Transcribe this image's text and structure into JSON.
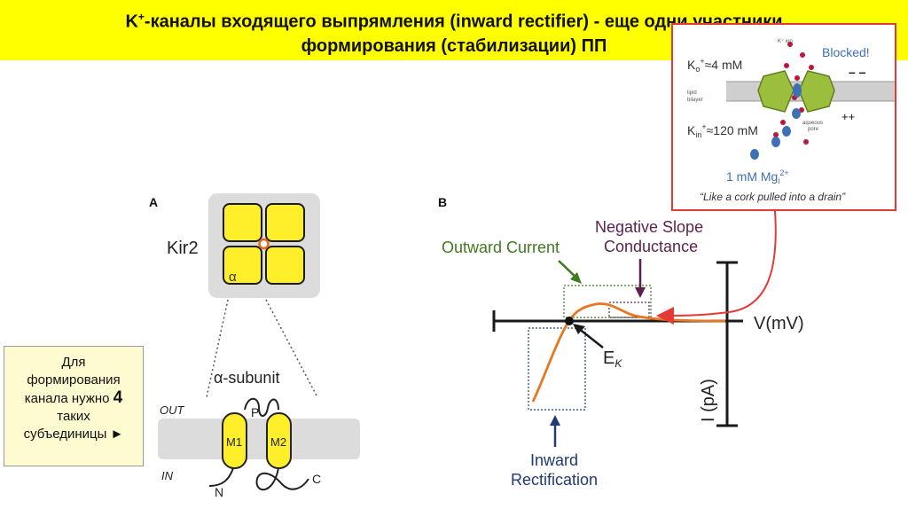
{
  "slide": {
    "title_prefix": "K",
    "title_sup": "+",
    "title_line1_rest": "-каналы входящего выпрямления (inward rectifier) - еще одни участники",
    "title_line2": "формирования (стабилизации) ПП"
  },
  "note": {
    "line1": "Для",
    "line2": "формирования",
    "line3_before": "канала нужно",
    "line3_number": "4",
    "line4": "таких",
    "line5": "субъединицы ►"
  },
  "panel_a": {
    "letter": "A",
    "kir_label": "Kir2",
    "alpha_label": "α",
    "subunit_label": "α-subunit",
    "out_label": "OUT",
    "in_label": "IN",
    "m1_label": "M1",
    "m2_label": "M2",
    "p_label": "P",
    "n_label": "N",
    "c_label": "C"
  },
  "panel_b": {
    "letter": "B",
    "outward_label": "Outward Current",
    "negative_slope_line1": "Negative Slope",
    "negative_slope_line2": "Conductance",
    "v_label": "V(mV)",
    "i_label": "I (pA)",
    "ek_label": "E",
    "ek_sub": "K",
    "inward_line1": "Inward",
    "inward_line2": "Rectification"
  },
  "inset": {
    "ko_label": "K",
    "ko_sub": "o",
    "ko_sup": "+",
    "ko_value": "≈4 mM",
    "kin_label": "K",
    "kin_sub": "in",
    "kin_sup": "+",
    "kin_value": "≈120 mM",
    "blocked": "Blocked!",
    "minus_signs": "– –",
    "plus_signs": "++",
    "lipid_line1": "lipid",
    "lipid_line2": "bilayer",
    "k_ion_label": "K⁺ ion",
    "pore_line1": "aqueous",
    "pore_line2": "pore",
    "mg_value": "1 mM Mg",
    "mg_sub": "i",
    "mg_sup": "2+",
    "caption": "“Like a cork pulled into a drain”"
  },
  "colors": {
    "title_bg": "#ffff00",
    "subunit_fill": "#ffef2a",
    "curve": "#e87722",
    "outward_green": "#3e7a1e",
    "negative_slope_purple": "#5c1f4e",
    "inward_blue": "#1f3a74",
    "arrow_red": "#e53935",
    "channel_green": "#9bbf3c",
    "ion_red": "#c0143c",
    "mg_blue": "#3f6fb5"
  }
}
